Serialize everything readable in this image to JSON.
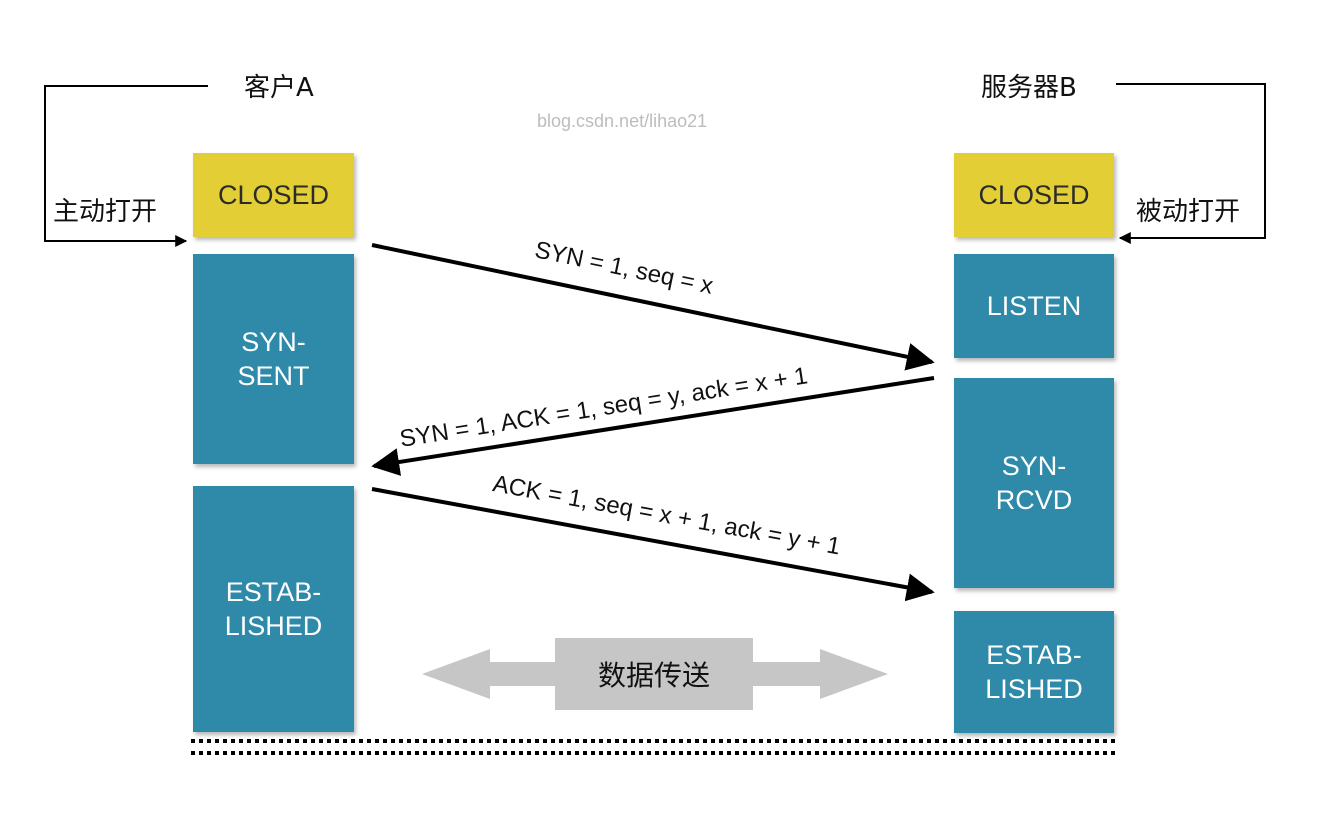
{
  "client": {
    "title": "客户A",
    "open_label": "主动打开",
    "states": {
      "closed": "CLOSED",
      "syn_sent": "SYN-\nSENT",
      "established": "ESTAB-\nLISHED"
    }
  },
  "server": {
    "title": "服务器B",
    "open_label": "被动打开",
    "states": {
      "closed": "CLOSED",
      "listen": "LISTEN",
      "syn_rcvd": "SYN-\nRCVD",
      "established": "ESTAB-\nLISHED"
    }
  },
  "watermark": "blog.csdn.net/lihao21",
  "messages": {
    "m1": "SYN = 1, seq = x",
    "m2": "SYN = 1, ACK = 1, seq = y, ack = x + 1",
    "m3": "ACK = 1, seq = x + 1, ack = y + 1"
  },
  "data_transfer": "数据传送",
  "colors": {
    "closed": "#e3cf35",
    "active": "#2e8aa8",
    "arrow": "#000000",
    "data_arrow": "#c6c6c6"
  }
}
